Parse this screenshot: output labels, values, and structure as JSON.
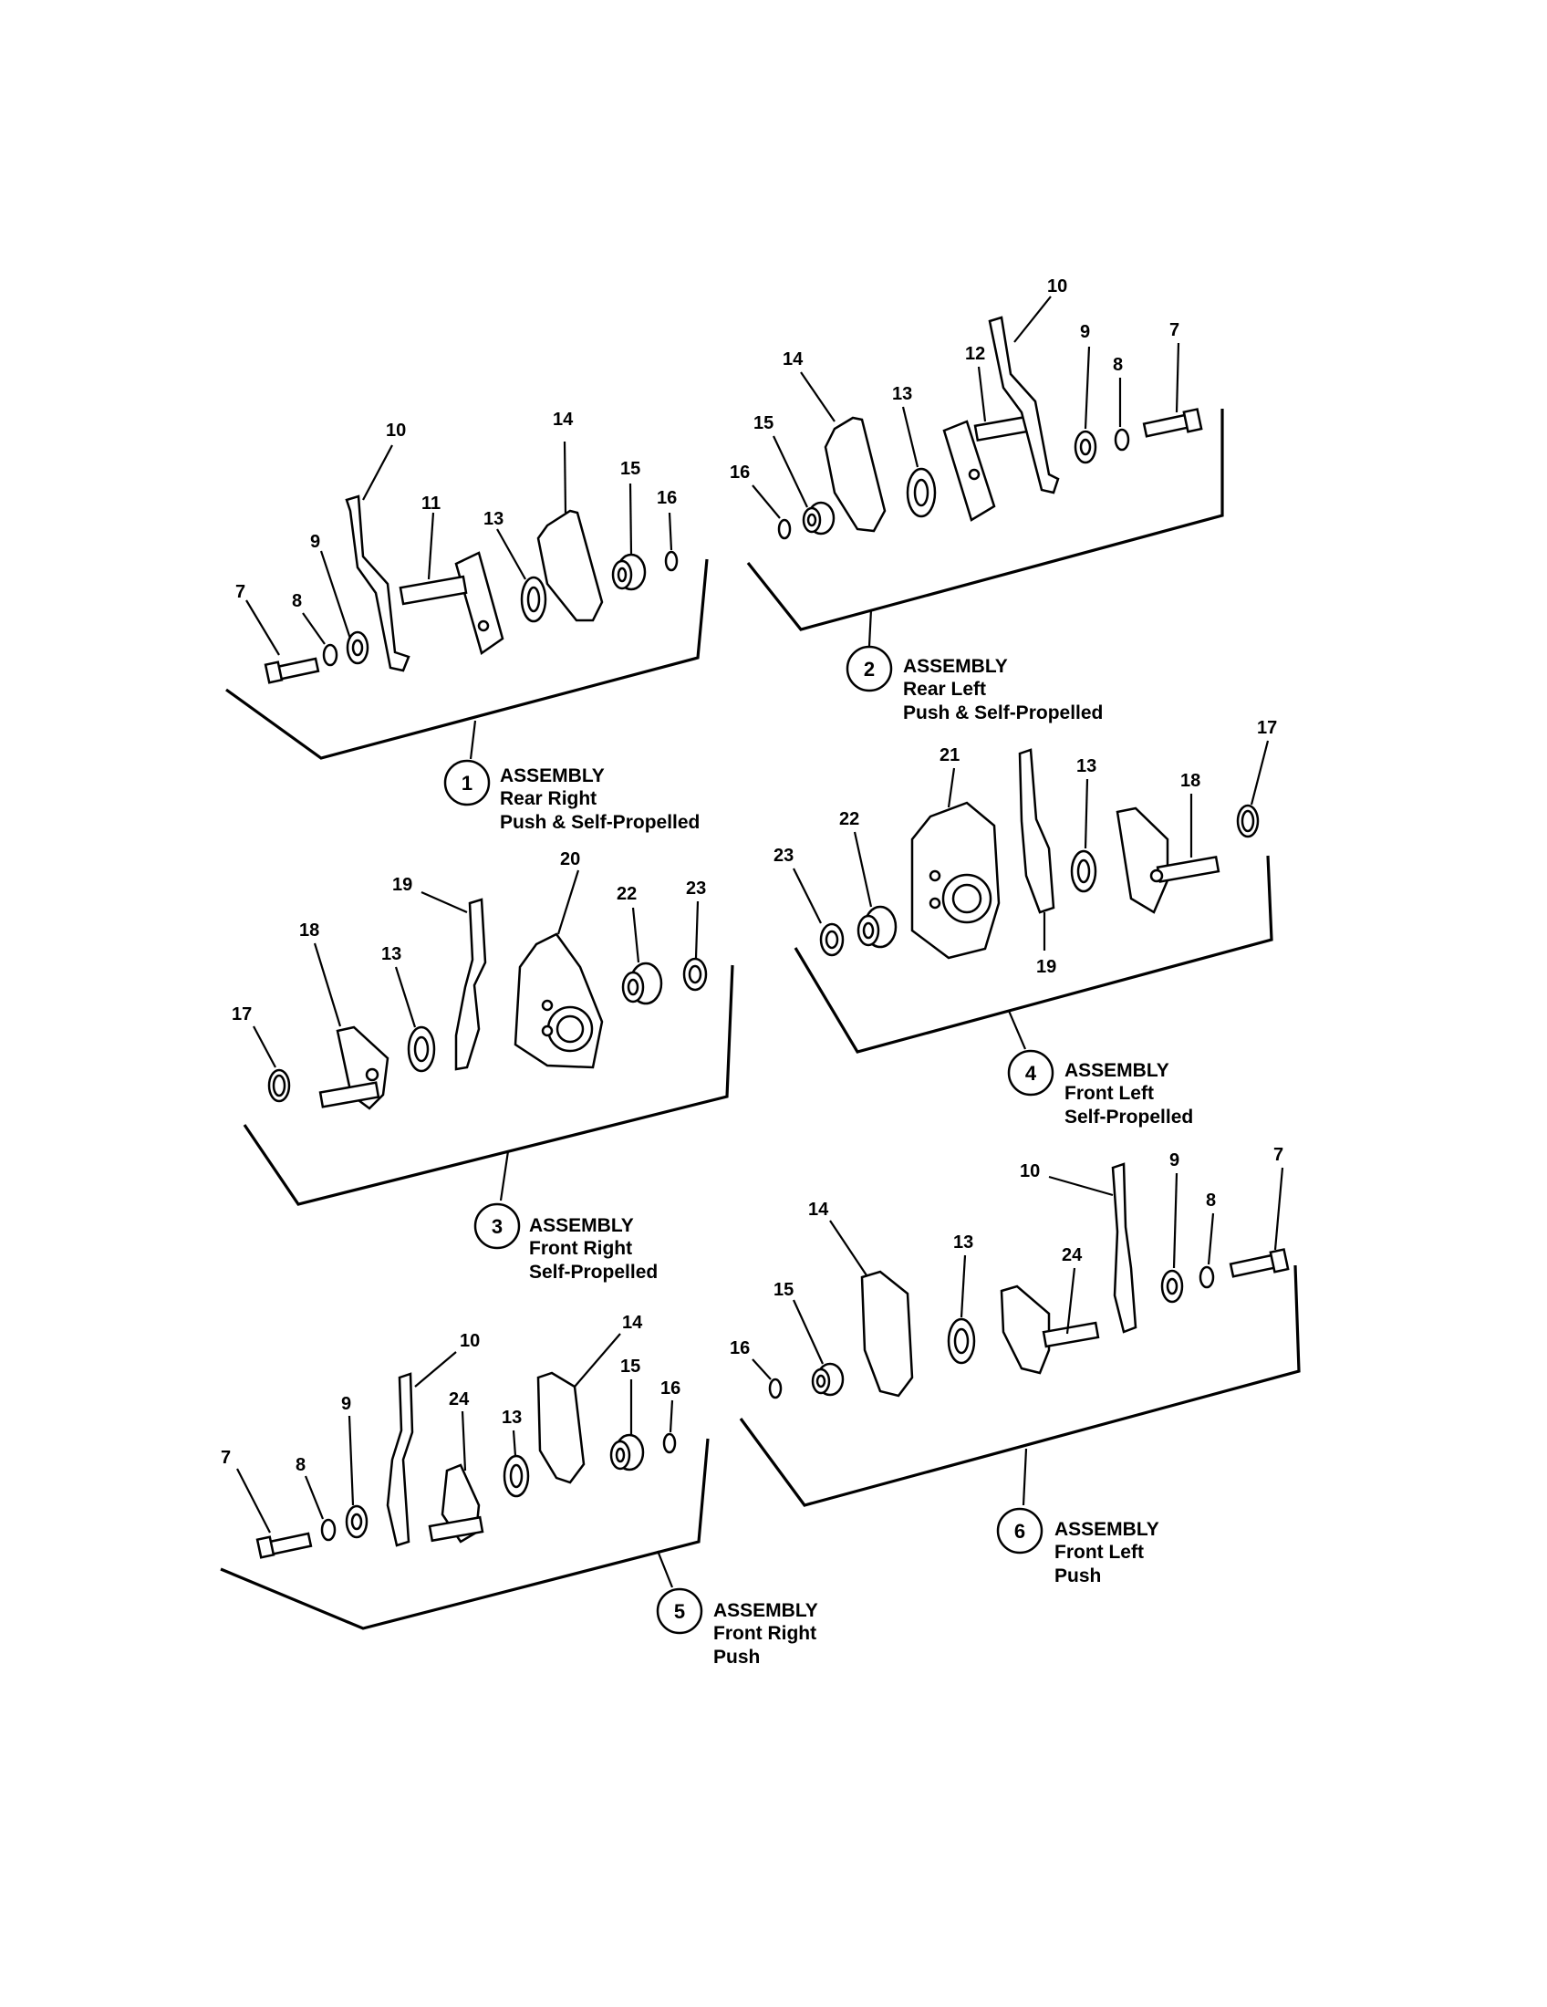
{
  "assemblies": [
    {
      "number": "1",
      "title": "ASSEMBLY",
      "line1": "Rear Right",
      "line2": "Push & Self-Propelled",
      "callouts": [
        "7",
        "8",
        "9",
        "10",
        "11",
        "13",
        "14",
        "15",
        "16"
      ]
    },
    {
      "number": "2",
      "title": "ASSEMBLY",
      "line1": "Rear Left",
      "line2": "Push & Self-Propelled",
      "callouts": [
        "16",
        "15",
        "14",
        "13",
        "12",
        "10",
        "9",
        "8",
        "7"
      ]
    },
    {
      "number": "3",
      "title": "ASSEMBLY",
      "line1": "Front Right",
      "line2": "Self-Propelled",
      "callouts": [
        "17",
        "18",
        "13",
        "19",
        "20",
        "22",
        "23"
      ]
    },
    {
      "number": "4",
      "title": "ASSEMBLY",
      "line1": "Front Left",
      "line2": "Self-Propelled",
      "callouts": [
        "23",
        "22",
        "21",
        "19",
        "13",
        "18",
        "17"
      ]
    },
    {
      "number": "5",
      "title": "ASSEMBLY",
      "line1": "Front Right",
      "line2": "Push",
      "callouts": [
        "7",
        "8",
        "9",
        "10",
        "24",
        "13",
        "14",
        "15",
        "16"
      ]
    },
    {
      "number": "6",
      "title": "ASSEMBLY",
      "line1": "Front Left",
      "line2": "Push",
      "callouts": [
        "16",
        "15",
        "14",
        "13",
        "24",
        "10",
        "9",
        "8",
        "7"
      ]
    }
  ]
}
